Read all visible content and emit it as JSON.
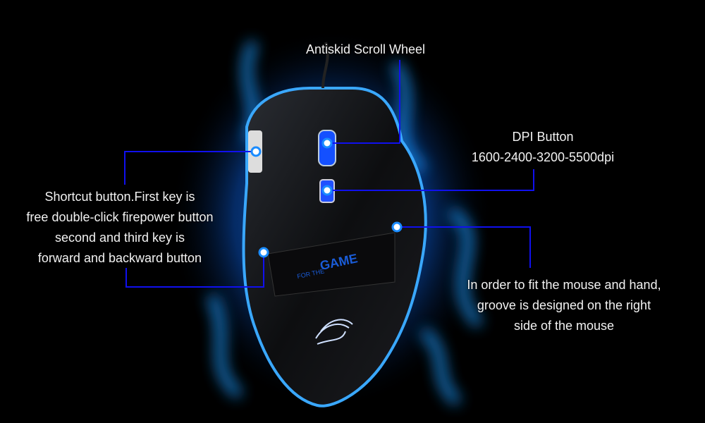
{
  "callouts": {
    "scroll_wheel": "Antiskid Scroll Wheel",
    "dpi_title": "DPI Button",
    "dpi_values": "1600-2400-3200-5500dpi",
    "shortcut_lines": [
      "Shortcut button.First key is",
      "free double-click firepower button",
      "second and third key is",
      "forward and backward button"
    ],
    "groove_lines": [
      "In order to fit the mouse and hand,",
      "groove is designed on the right",
      "side of the mouse"
    ]
  },
  "product": {
    "logo_small": "FOR THE",
    "logo_large": "GAME"
  },
  "colors": {
    "line": "#1010ee",
    "glow": "#1a8cff",
    "background": "#000000"
  }
}
